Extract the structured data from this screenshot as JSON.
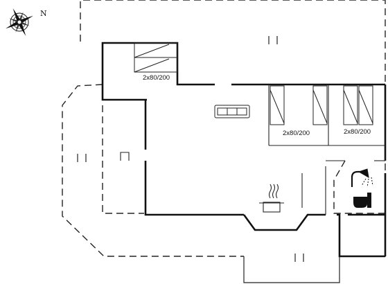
{
  "compass": {
    "north_label": "N"
  },
  "labels": {
    "bed_top": "2x80/200",
    "bed_mid": "2x80/200",
    "bed_right": "2x80/200"
  },
  "icons": [
    "compass-rose-icon",
    "sofa-icon",
    "cooking-pot-icon",
    "shower-icon",
    "toilet-icon",
    "bunk-bed-icon"
  ]
}
